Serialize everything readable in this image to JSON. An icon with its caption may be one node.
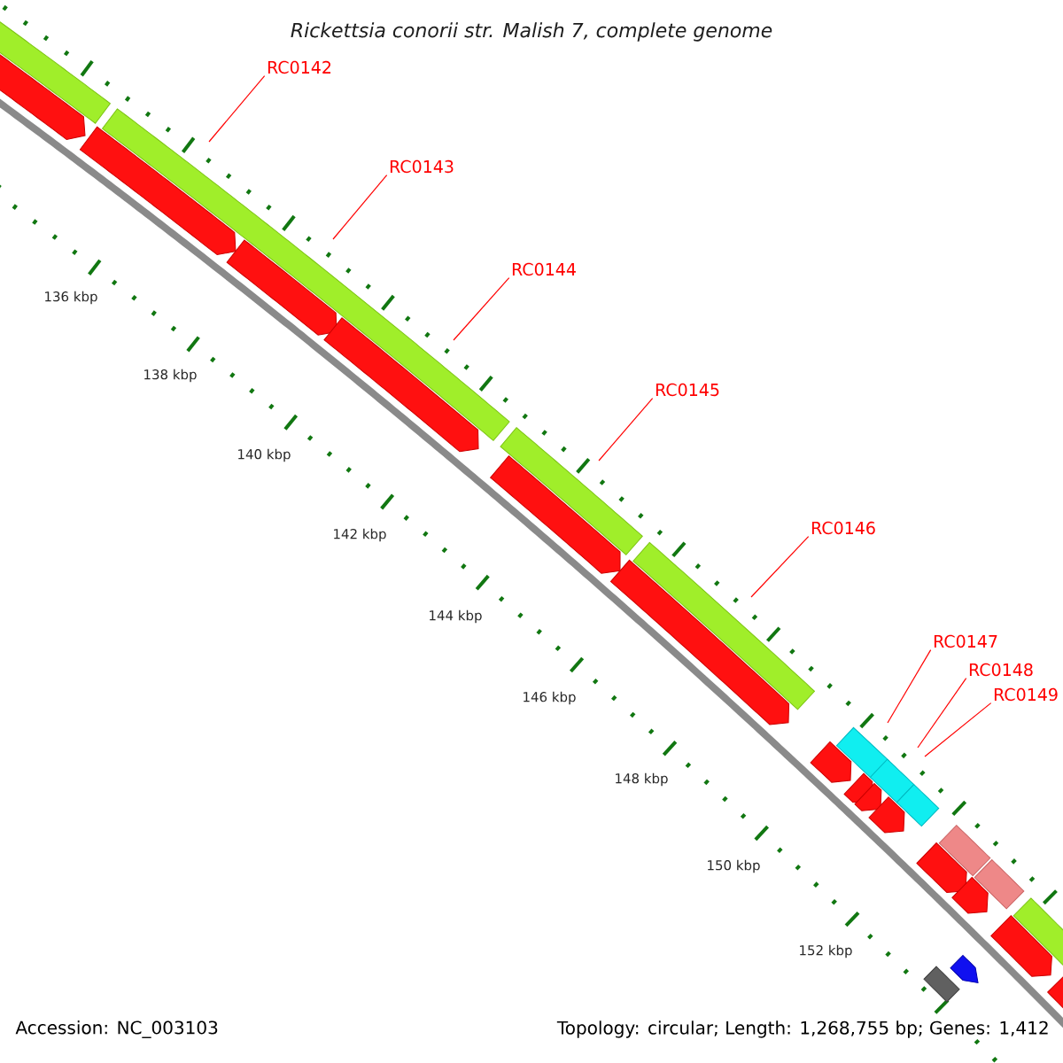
{
  "diagram": {
    "title": "Rickettsia conorii str. Malish 7, complete genome",
    "nodes": [
      {
        "text": [
          "RC0142"
        ]
      },
      {
        "text": [
          "RC0143"
        ]
      },
      {
        "text": [
          "RC0144"
        ]
      },
      {
        "text": [
          "RC0145"
        ]
      },
      {
        "text": [
          "RC0146"
        ]
      },
      {
        "text": [
          "RC0147"
        ]
      },
      {
        "text": [
          "RC0148"
        ]
      },
      {
        "text": [
          "RC0149"
        ]
      }
    ],
    "edges": [
      {
        "from": 0,
        "to": null,
        "arrow": "none"
      },
      {
        "from": 1,
        "to": null,
        "arrow": "none"
      },
      {
        "from": 2,
        "to": null,
        "arrow": "none"
      },
      {
        "from": 3,
        "to": null,
        "arrow": "none"
      },
      {
        "from": 4,
        "to": null,
        "arrow": "none"
      },
      {
        "from": 5,
        "to": null,
        "arrow": "none"
      },
      {
        "from": 6,
        "to": null,
        "arrow": "none"
      },
      {
        "from": 7,
        "to": null,
        "arrow": "none"
      }
    ],
    "labels": [
      "136 kbp",
      "138 kbp",
      "140 kbp",
      "142 kbp",
      "144 kbp",
      "146 kbp",
      "148 kbp",
      "150 kbp",
      "152 kbp",
      "Accession: NC_003103",
      "Topology: circular; Length: 1,268,755 bp; Genes: 1,412"
    ]
  }
}
